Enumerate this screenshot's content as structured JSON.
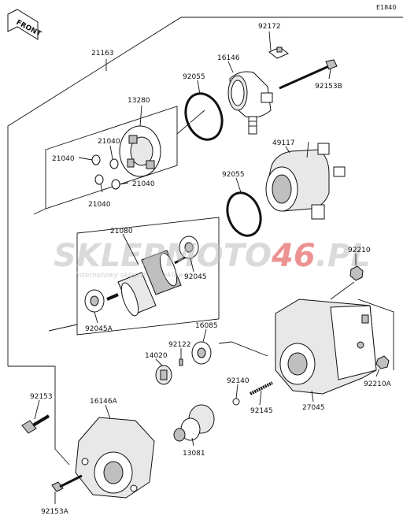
{
  "diagram": {
    "code": "E1840",
    "front_label": "FRONT",
    "watermark": {
      "brand_a": "SKLEP",
      "brand_b": "MOTO",
      "brand_c": "46",
      "brand_d": ".PL",
      "tagline": "internetowy sklep motocyklowy"
    },
    "labels": {
      "p21163": "21163",
      "p92172": "92172",
      "p16146": "16146",
      "p92055a": "92055",
      "p92153b": "92153B",
      "p13280": "13280",
      "p21040a": "21040",
      "p21040b": "21040",
      "p21040c": "21040",
      "p21040d": "21040",
      "p49117": "49117",
      "p92055b": "92055",
      "p21080": "21080",
      "p92045": "92045",
      "p92045a": "92045A",
      "p92210": "92210",
      "p16085": "16085",
      "p92122": "92122",
      "p14020": "14020",
      "p92140": "92140",
      "p92145": "92145",
      "p27045": "27045",
      "p92210a": "92210A",
      "p92153": "92153",
      "p16146a": "16146A",
      "p13081": "13081",
      "p92153a": "92153A"
    }
  }
}
